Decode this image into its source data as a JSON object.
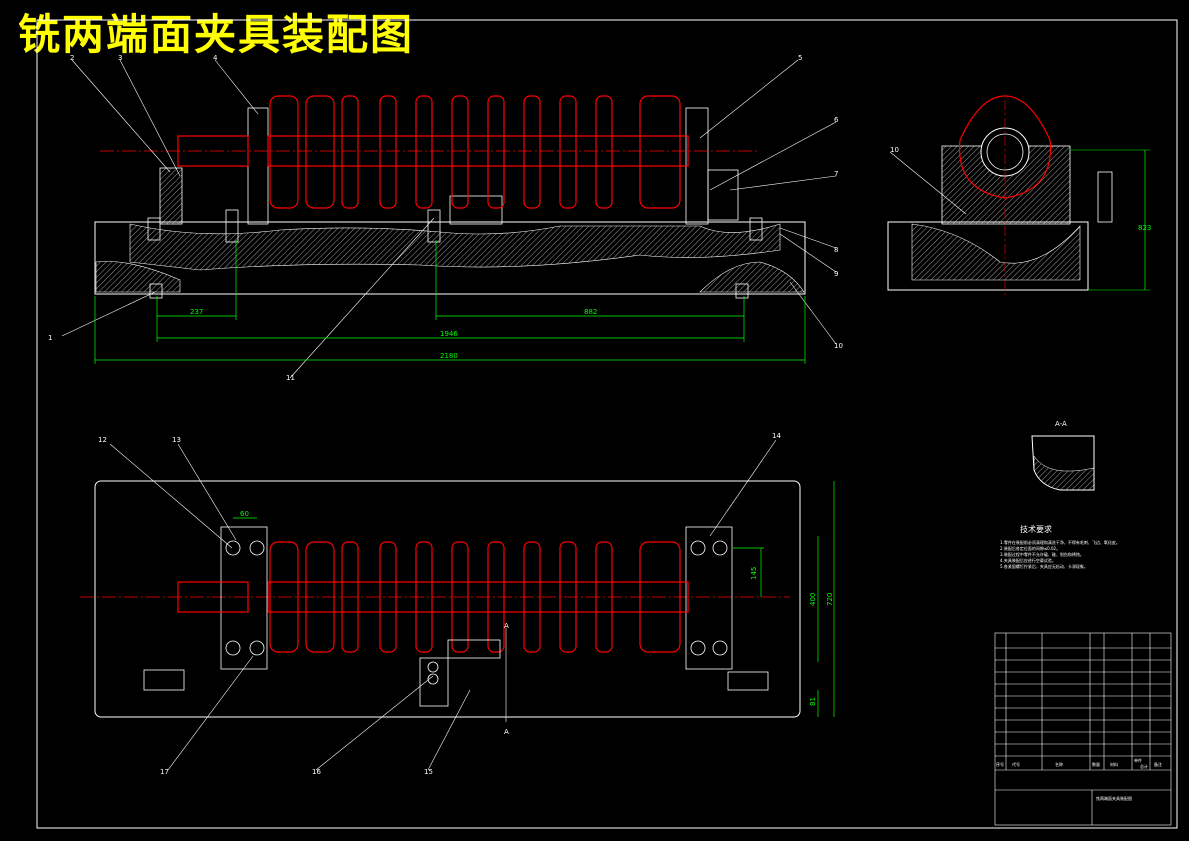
{
  "title": "铣两端面夹具装配图",
  "colors": {
    "background": "#000000",
    "outline": "#ffffff",
    "part": "#ff0000",
    "dimension": "#00ff00",
    "title": "#ffff00",
    "centerline": "#ff0000"
  },
  "front_view": {
    "part_numbers": [
      "1",
      "2",
      "3",
      "4",
      "5",
      "6",
      "7",
      "8",
      "9",
      "10",
      "11"
    ],
    "dimensions": [
      "237",
      "882",
      "1946",
      "2180"
    ]
  },
  "side_view": {
    "part_numbers": [
      "10"
    ],
    "dimensions": [
      "823"
    ]
  },
  "section_view": {
    "label": "A-A"
  },
  "top_view": {
    "part_numbers": [
      "12",
      "13",
      "14",
      "15",
      "16",
      "17"
    ],
    "dimensions": [
      "60",
      "145",
      "400",
      "720",
      "81"
    ],
    "section_marks": [
      "A",
      "A"
    ]
  },
  "technical_requirements": {
    "title": "技术要求",
    "notes": [
      "1.零件在装配前必须清理和清洗干净，不得有毛刺、飞边、氧化皮。",
      "2.装配后各定位面的间隙≤0.02。",
      "3.装配过程中零件不允许磕、碰、划伤和锈蚀。",
      "4.夹具装配后应进行空载试验。",
      "5.各紧固螺钉拧紧后，夹具应无松动、卡滞现象。"
    ]
  },
  "title_block": {
    "header_row": [
      "序号",
      "代号",
      "名称",
      "数量",
      "材料",
      "单件",
      "总计",
      "备注"
    ],
    "drawing_name": "铣两端面夹具装配图"
  }
}
